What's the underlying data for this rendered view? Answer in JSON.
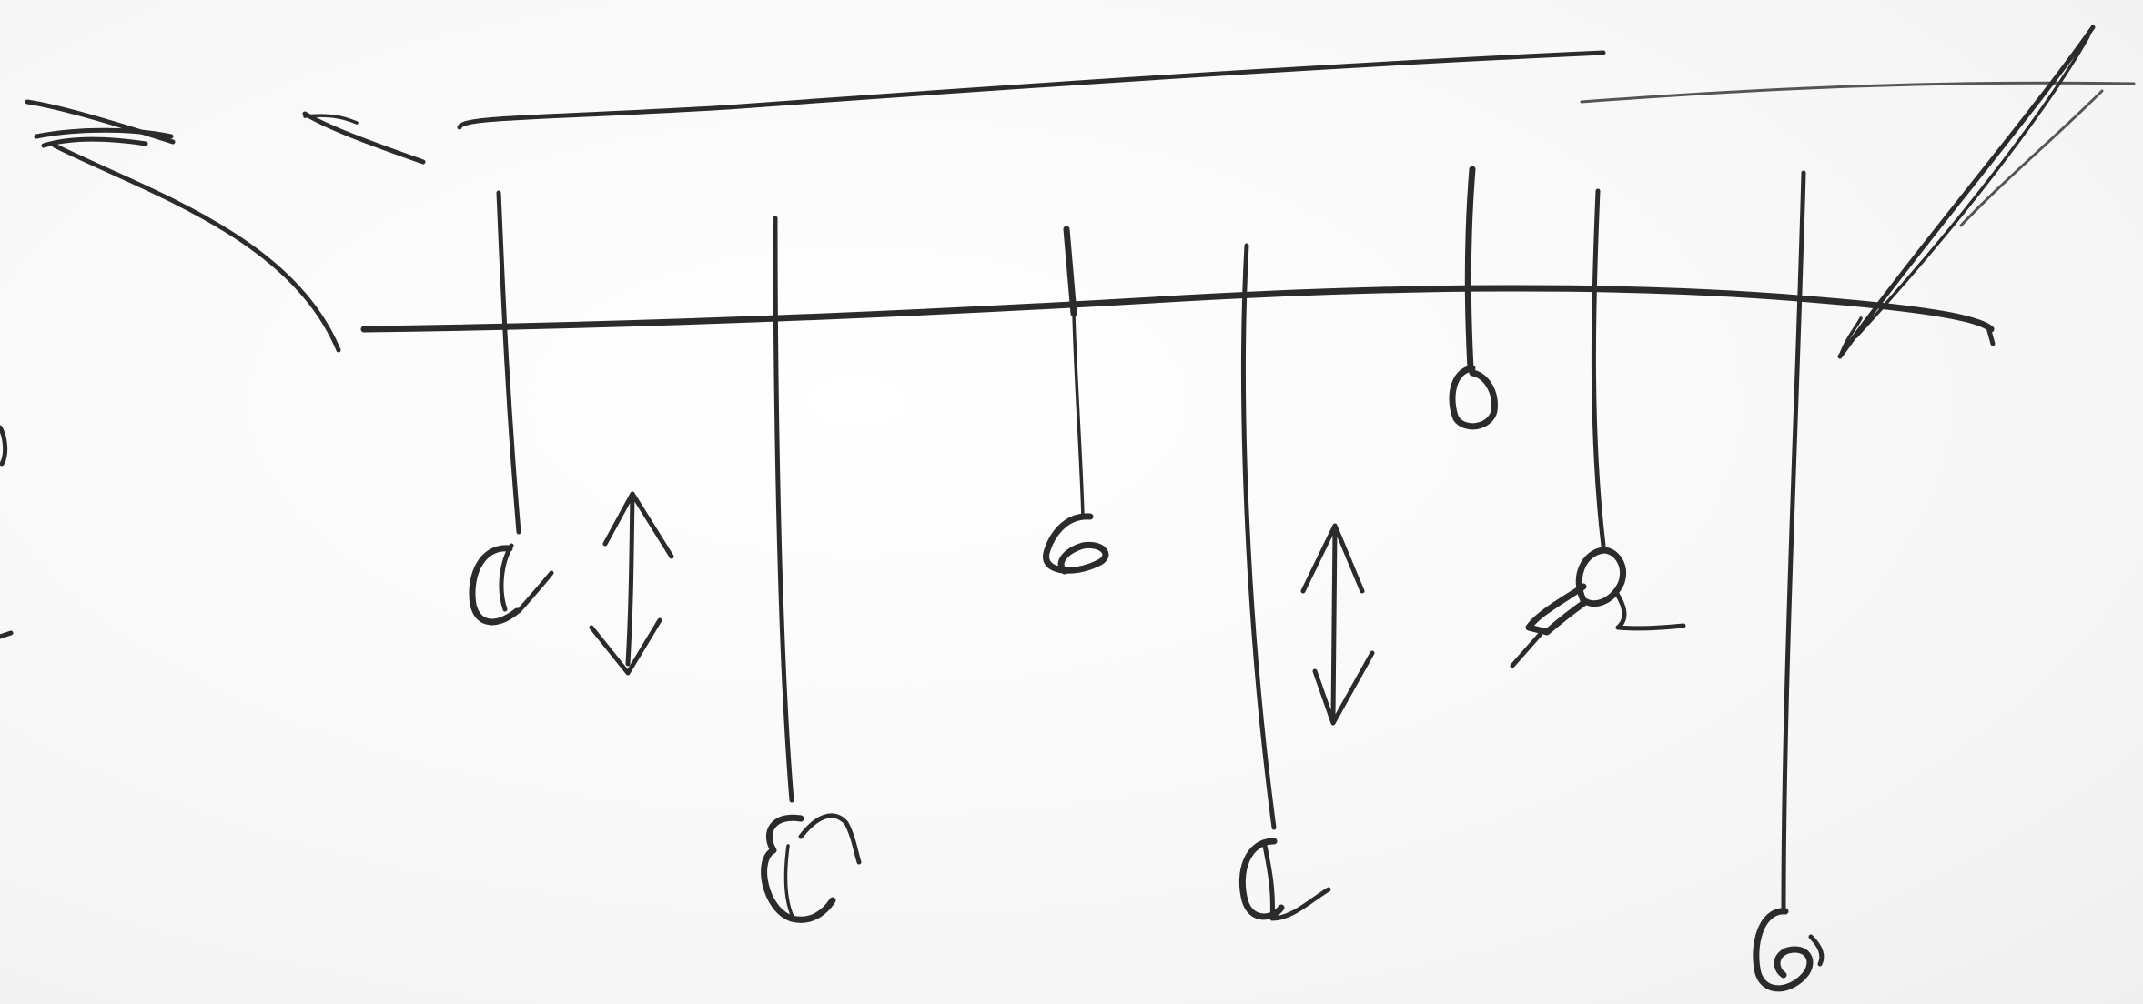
{
  "drawing": {
    "kind": "hand-drawn sketch",
    "ink_color": "#2b2b2b",
    "paper_color": "#fafafa",
    "elements": [
      "upper-horizontal-line",
      "lower-horizontal-line",
      "arrowhead-left",
      "diagonal-slash-right",
      "hanging-strings",
      "hooks",
      "double-headed-arrows"
    ]
  }
}
